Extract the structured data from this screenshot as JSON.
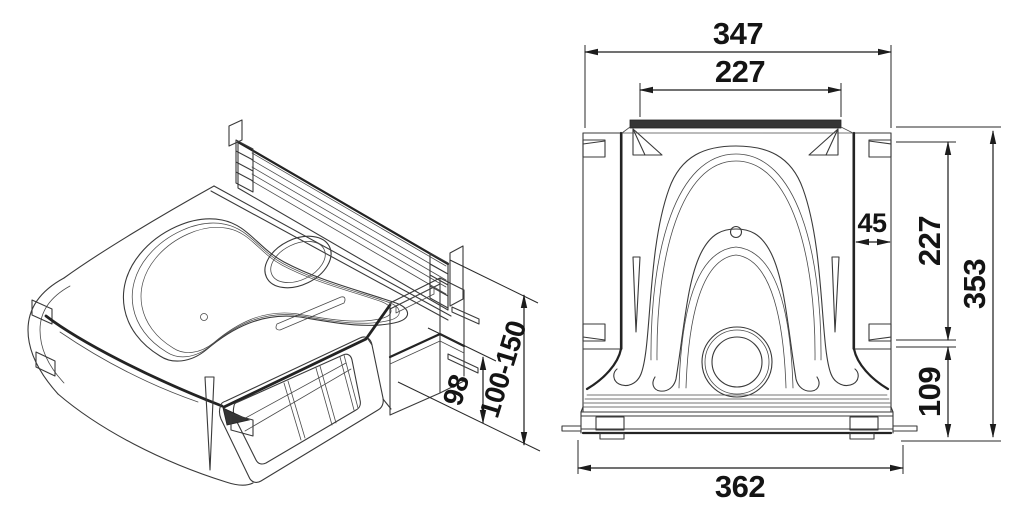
{
  "drawing": {
    "kind": "technical dimension drawing, duct fitting (isometric view + front orthographic view)",
    "background_color": "#ffffff",
    "line_color": "#3a3a3a",
    "accent_line_color": "#232323",
    "dimension_text_color": "#141414"
  },
  "iso_view": {
    "dims": {
      "spigot_height": "98",
      "adjustable_height": "100-150"
    }
  },
  "front_view": {
    "dims": {
      "rear_panel_width": "347",
      "top_flange_width": "227",
      "side_flange_width": "45",
      "side_flange_height": "227",
      "total_height": "353",
      "base_height": "109",
      "base_width": "362"
    }
  }
}
